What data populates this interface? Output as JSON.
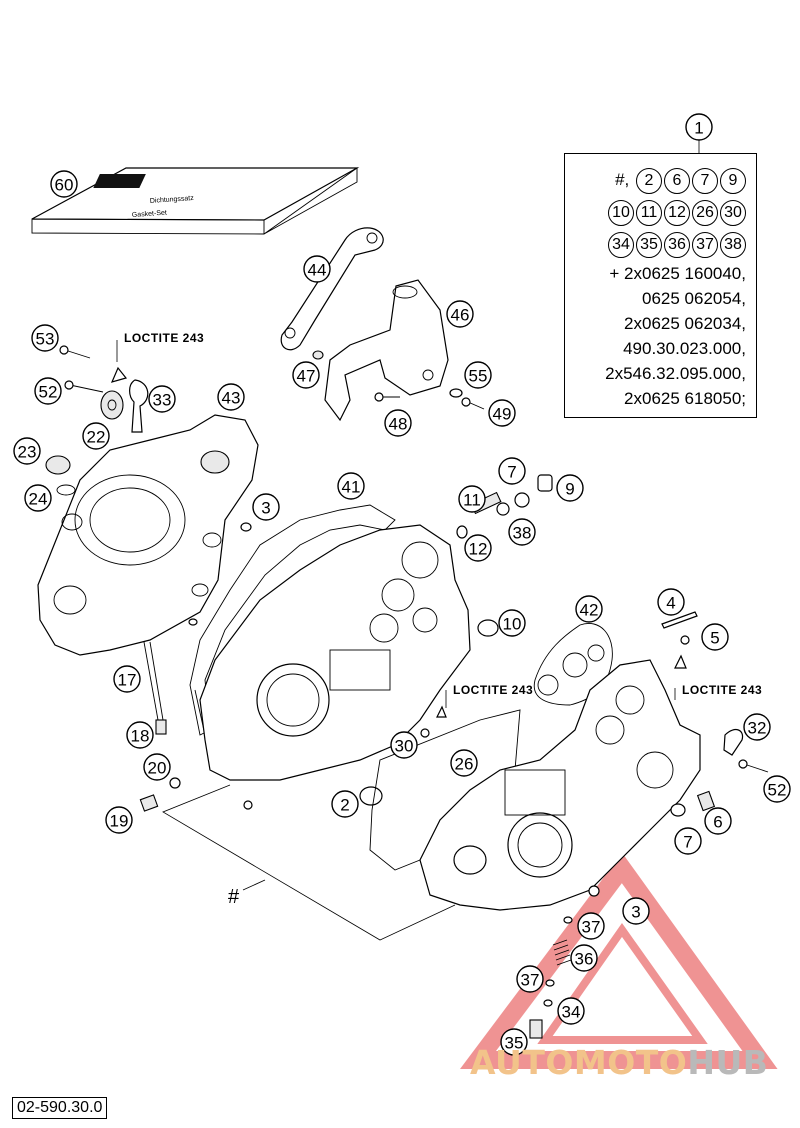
{
  "callouts": [
    "60",
    "44",
    "46",
    "47",
    "48",
    "49",
    "55",
    "53",
    "52",
    "33",
    "43",
    "22",
    "23",
    "24",
    "3",
    "41",
    "11",
    "7",
    "9",
    "12",
    "38",
    "10",
    "42",
    "4",
    "5",
    "17",
    "18",
    "20",
    "19",
    "30",
    "26",
    "2",
    "32",
    "52",
    "6",
    "7",
    "3",
    "37",
    "36",
    "37",
    "34",
    "35",
    "3",
    "1"
  ],
  "loctite_labels": [
    "LOCTITE 243",
    "LOCTITE 243",
    "LOCTITE 243"
  ],
  "hash_label": "#",
  "kit": {
    "row1_prefix": "#,",
    "row1": [
      "2",
      "6",
      "7",
      "9"
    ],
    "row2": [
      "10",
      "11",
      "12",
      "26",
      "30"
    ],
    "row3": [
      "34",
      "35",
      "36",
      "37",
      "38"
    ],
    "lines": [
      "+ 2x0625 160040,",
      "0625 062054,",
      "2x0625 062034,",
      "490.30.023.000,",
      "2x546.32.095.000,",
      "2x0625 618050;"
    ]
  },
  "manual_card": {
    "line1": "Dichtungssatz",
    "line2": "Gasket-Set"
  },
  "part_number": "02-590.30.0",
  "watermark": {
    "a": "AUTO",
    "b": "MOTO",
    "c": "HUB",
    "color_a": "#f2b87a",
    "color_c": "#b0b0b0",
    "triangle_color": "#e23b3b"
  }
}
